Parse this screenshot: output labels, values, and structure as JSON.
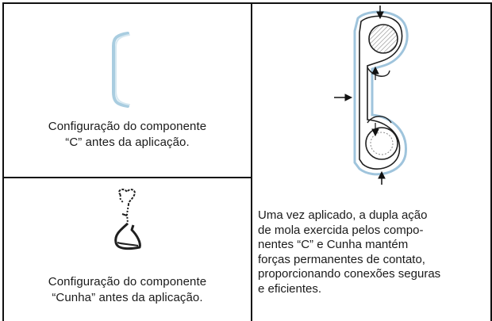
{
  "panels": {
    "c_component": {
      "caption_line1": "Configuração do componente",
      "caption_line2": "“C” antes da aplicação."
    },
    "wedge_component": {
      "caption_line1": "Configuração do componente",
      "caption_line2": "“Cunha” antes da aplicação."
    },
    "applied": {
      "text_lines": [
        "Uma vez aplicado, a dupla ação",
        "de mola exercida pelos compo-",
        "nentes “C” e Cunha mantém",
        "forças permanentes de contato,",
        "proporcionando conexões seguras",
        "e eficientes."
      ]
    }
  },
  "colors": {
    "border": "#111111",
    "c_shape": "#a9cde0",
    "drawing": "#1f1f1f",
    "hatch": "#8a8a8a",
    "blue_outline": "#9fc4dc"
  },
  "icons": {
    "c_component": "c-clamp-drawing",
    "wedge_component": "wedge-connector-drawing",
    "applied": "applied-connector-drawing"
  }
}
